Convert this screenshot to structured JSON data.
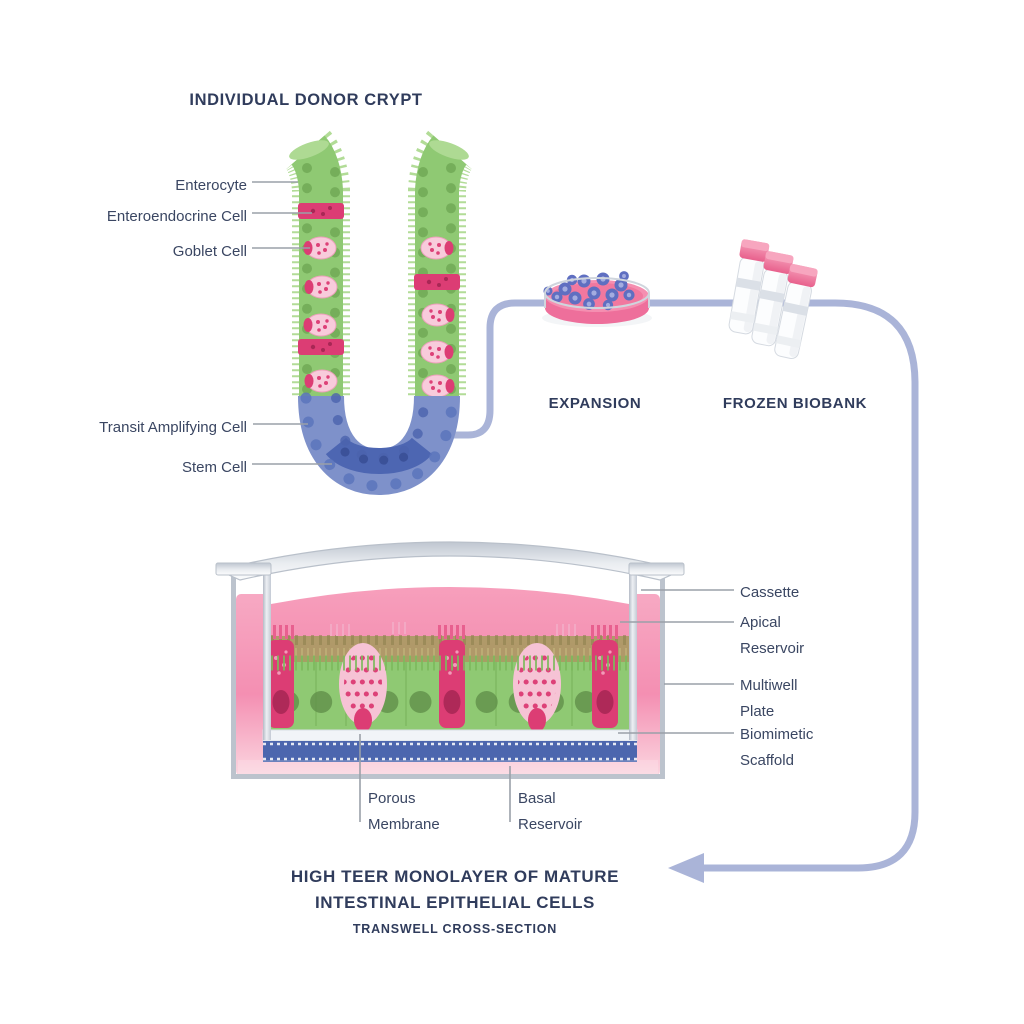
{
  "diagram": {
    "crypt": {
      "title": "INDIVIDUAL DONOR CRYPT",
      "labels": {
        "enterocyte": "Enterocyte",
        "enteroendocrine": "Enteroendocrine Cell",
        "goblet": "Goblet Cell",
        "transit_amplifying": "Transit Amplifying Cell",
        "stem": "Stem Cell"
      }
    },
    "workflow": {
      "expansion": "EXPANSION",
      "frozen_biobank": "FROZEN BIOBANK"
    },
    "transwell": {
      "labels": {
        "cassette": "Cassette",
        "apical_reservoir": "Apical Reservoir",
        "multiwell_plate": "Multiwell Plate",
        "biomimetic_scaffold": "Biomimetic Scaffold",
        "porous_membrane": "Porous Membrane",
        "basal_reservoir": "Basal Reservoir"
      },
      "caption_line1": "HIGH TEER MONOLAYER OF MATURE",
      "caption_line2": "INTESTINAL EPITHELIAL CELLS",
      "caption_sub": "TRANSWELL CROSS-SECTION"
    },
    "colors": {
      "text": "#3a4662",
      "title_text": "#303c5c",
      "leader_line": "#9aa0a8",
      "flow_arrow": "#aab4d8",
      "crypt_green": "#8fc973",
      "crypt_fuzz_green": "#b2dc97",
      "nucleus_green": "#68a04e",
      "magenta_cell": "#dc3d74",
      "goblet_pink": "#f8cbdb",
      "transit_blue": "#7e91ca",
      "stem_blue": "#4d66b2",
      "medium_pink": "#f27ba2",
      "apical_pink": "#f48cae",
      "scaffold_blue": "#4c66ae",
      "vial_cap_pink": "#ee7294",
      "plastic_gray": "#c9cfd8"
    }
  }
}
